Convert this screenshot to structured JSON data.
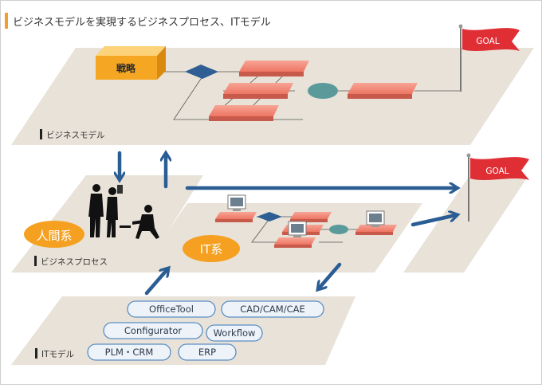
{
  "title": "ビジネスモデルを実現するビジネスプロセス、ITモデル",
  "layers": {
    "business_model": "ビジネスモデル",
    "business_process": "ビジネスプロセス",
    "it_model": "ITモデル"
  },
  "strategy_box": "戦略",
  "goal_flags": [
    "GOAL",
    "GOAL"
  ],
  "ovals": {
    "human_system": "人間系",
    "it_system": "IT系"
  },
  "it_tools": [
    "OfficeTool",
    "CAD/CAM/CAE",
    "Configurator",
    "Workflow",
    "PLM・CRM",
    "ERP"
  ],
  "colors": {
    "accent_bar": "#f0a030",
    "platform": "#e8e2d8",
    "salmon_box": "#f08070",
    "arrow_blue": "#2a5d94",
    "orange_oval": "#f5a020",
    "goal_flag": "#e02e35",
    "pill_border": "#5a8ec4",
    "pill_fill": "#eef3fa",
    "teal_oval": "#5b9a9a",
    "dark_diamond": "#2f5e94"
  }
}
